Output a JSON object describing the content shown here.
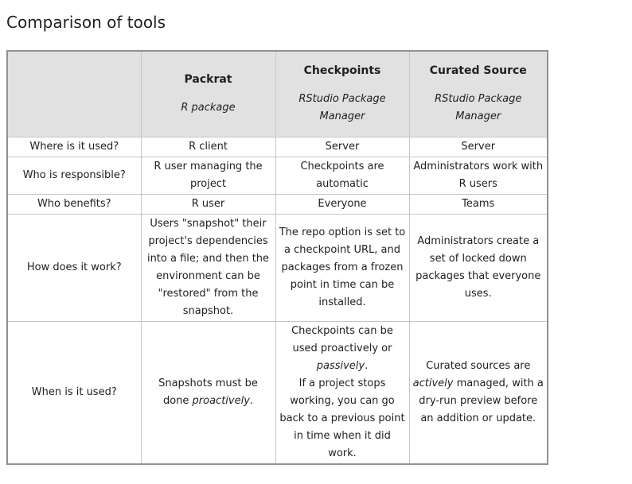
{
  "page": {
    "title": "Comparison of tools"
  },
  "colors": {
    "header_bg": "#e1e1e1",
    "border_outer": "#919191",
    "border_inner": "#c6c6c6",
    "text": "#1f1f1f"
  },
  "table": {
    "columns": [
      {
        "title": "",
        "subtitle": ""
      },
      {
        "title": "Packrat",
        "subtitle": "R package"
      },
      {
        "title": "Checkpoints",
        "subtitle": "RStudio Package Manager"
      },
      {
        "title": "Curated Source",
        "subtitle": "RStudio Package Manager"
      }
    ],
    "rows": [
      {
        "label": "Where is it used?",
        "cells": [
          [
            {
              "text": "R client"
            }
          ],
          [
            {
              "text": "Server"
            }
          ],
          [
            {
              "text": "Server"
            }
          ]
        ]
      },
      {
        "label": "Who is responsible?",
        "cells": [
          [
            {
              "text": "R user managing the project"
            }
          ],
          [
            {
              "text": "Checkpoints are automatic"
            }
          ],
          [
            {
              "text": "Administrators work with R users"
            }
          ]
        ]
      },
      {
        "label": "Who benefits?",
        "cells": [
          [
            {
              "text": "R user"
            }
          ],
          [
            {
              "text": "Everyone"
            }
          ],
          [
            {
              "text": "Teams"
            }
          ]
        ]
      },
      {
        "label": "How does it work?",
        "cells": [
          [
            {
              "text": "Users \"snapshot\" their project's dependencies into a file; and then the environment can be \"restored\" from the snapshot."
            }
          ],
          [
            {
              "text": "The repo option is set to a checkpoint URL, and packages from a frozen point in time can be installed."
            }
          ],
          [
            {
              "text": "Administrators create a set of locked down packages that everyone uses."
            }
          ]
        ]
      },
      {
        "label": "When is it used?",
        "cells": [
          [
            {
              "text": "Snapshots must be done "
            },
            {
              "text": "proactively",
              "italic": true
            },
            {
              "text": "."
            }
          ],
          [
            {
              "text": "Checkpoints can be used proactively or "
            },
            {
              "text": "passively",
              "italic": true
            },
            {
              "text": "."
            },
            {
              "br": true
            },
            {
              "text": "If a project stops working, you can go back to a previous point in time when it did work."
            }
          ],
          [
            {
              "text": "Curated sources are "
            },
            {
              "text": "actively",
              "italic": true
            },
            {
              "text": " managed, with a dry-run preview before an addition or update."
            }
          ]
        ]
      }
    ]
  }
}
